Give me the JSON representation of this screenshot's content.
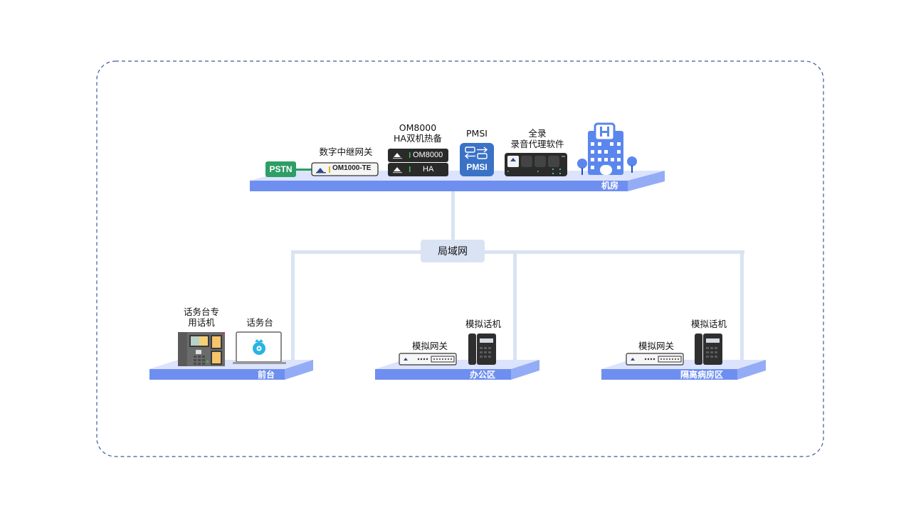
{
  "diagram": {
    "title": "",
    "colors": {
      "frame_border": "#3a5a9c",
      "platform_front": "#6e8ff0",
      "platform_top": "#dbe3fd",
      "platform_side": "#93acf5",
      "connector": "#dae3f3",
      "pstn": "#2e9e66",
      "pmsi": "#3a72c6",
      "hospital": "#5b86ee"
    },
    "server_room": {
      "label": "机房",
      "pstn": {
        "label": "PSTN"
      },
      "trunk_gateway": {
        "label": "数字中继网关",
        "device_text": "OM1000-TE"
      },
      "om8000": {
        "label_line1": "OM8000",
        "label_line2": "HA双机热备",
        "unit1_text": "OM8000",
        "unit2_text": "HA"
      },
      "pmsi": {
        "label": "PMSI",
        "icon_text": "PMSI"
      },
      "recorder": {
        "label_line1": "全录",
        "label_line2": "录音代理软件"
      },
      "hospital_icon": {
        "name": "hospital-building-icon",
        "letter": "H"
      }
    },
    "lan": {
      "label": "局域网"
    },
    "zones": [
      {
        "label": "前台",
        "devices": [
          {
            "label_line1": "话务台专",
            "label_line2": "用话机",
            "icon": "ip-phone-icon"
          },
          {
            "label_line1": "话务台",
            "label_line2": "",
            "icon": "laptop-icon"
          }
        ]
      },
      {
        "label": "办公区",
        "devices": [
          {
            "label_line1": "模拟网关",
            "icon": "analog-gateway-icon"
          },
          {
            "label_line1": "模拟话机",
            "icon": "desk-phone-icon"
          }
        ]
      },
      {
        "label": "隔离病房区",
        "devices": [
          {
            "label_line1": "模拟网关",
            "icon": "analog-gateway-icon"
          },
          {
            "label_line1": "模拟话机",
            "icon": "desk-phone-icon"
          }
        ]
      }
    ]
  }
}
